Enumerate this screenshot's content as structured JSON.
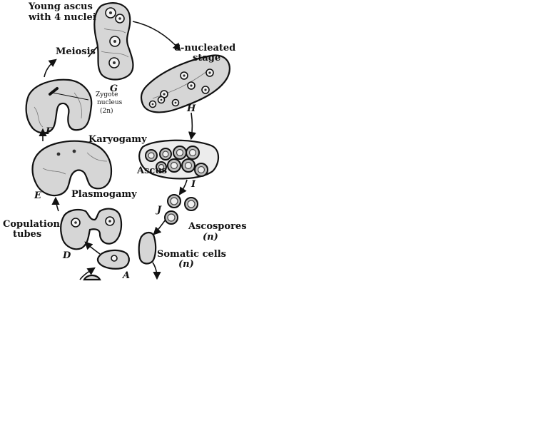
{
  "labels": {
    "young_ascus": [
      "Young ascus",
      "with 4 nuclei"
    ],
    "eight_nucleated": [
      "8-nucleated",
      "stage"
    ],
    "meiosis": "Meiosis",
    "zygote": [
      "Zygote",
      "nucleus",
      "(2n)"
    ],
    "karyogamy": "Karyogamy",
    "plasmogamy": "Plasmogamy",
    "copulation": [
      "Copulation",
      "tubes"
    ],
    "ascus": "Ascus",
    "ascospores": [
      "Ascospores",
      "(n)"
    ],
    "somatic": [
      "Somatic cells",
      "(n)"
    ]
  },
  "stage_letters": {
    "a": "A",
    "d": "D",
    "e": "E",
    "f": "F",
    "g": "G",
    "h": "H",
    "i": "I",
    "j": "J"
  }
}
